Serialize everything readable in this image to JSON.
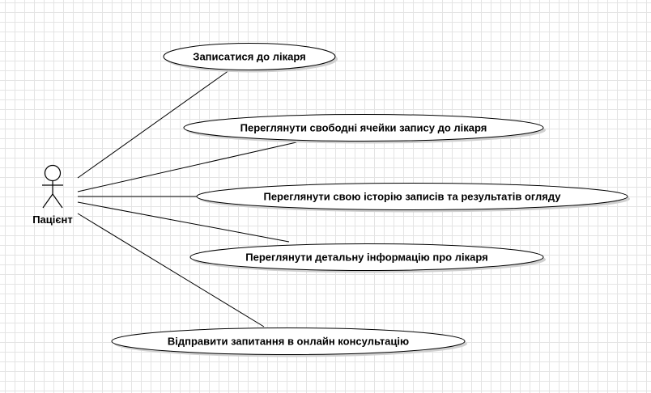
{
  "actor": {
    "label": "Пацієнт"
  },
  "use_cases": [
    {
      "label": "Записатися до лікаря"
    },
    {
      "label": "Переглянути свободні ячейки запису до лікаря"
    },
    {
      "label": "Переглянути свою історію записів та результатів огляду"
    },
    {
      "label": "Переглянути детальну інформацію про лікаря"
    },
    {
      "label": "Відправити запитання в онлайн консультацію"
    }
  ],
  "colors": {
    "stroke": "#000000",
    "fill": "#ffffff",
    "shadow": "#d0d0d0",
    "grid": "#e4e4e4"
  }
}
